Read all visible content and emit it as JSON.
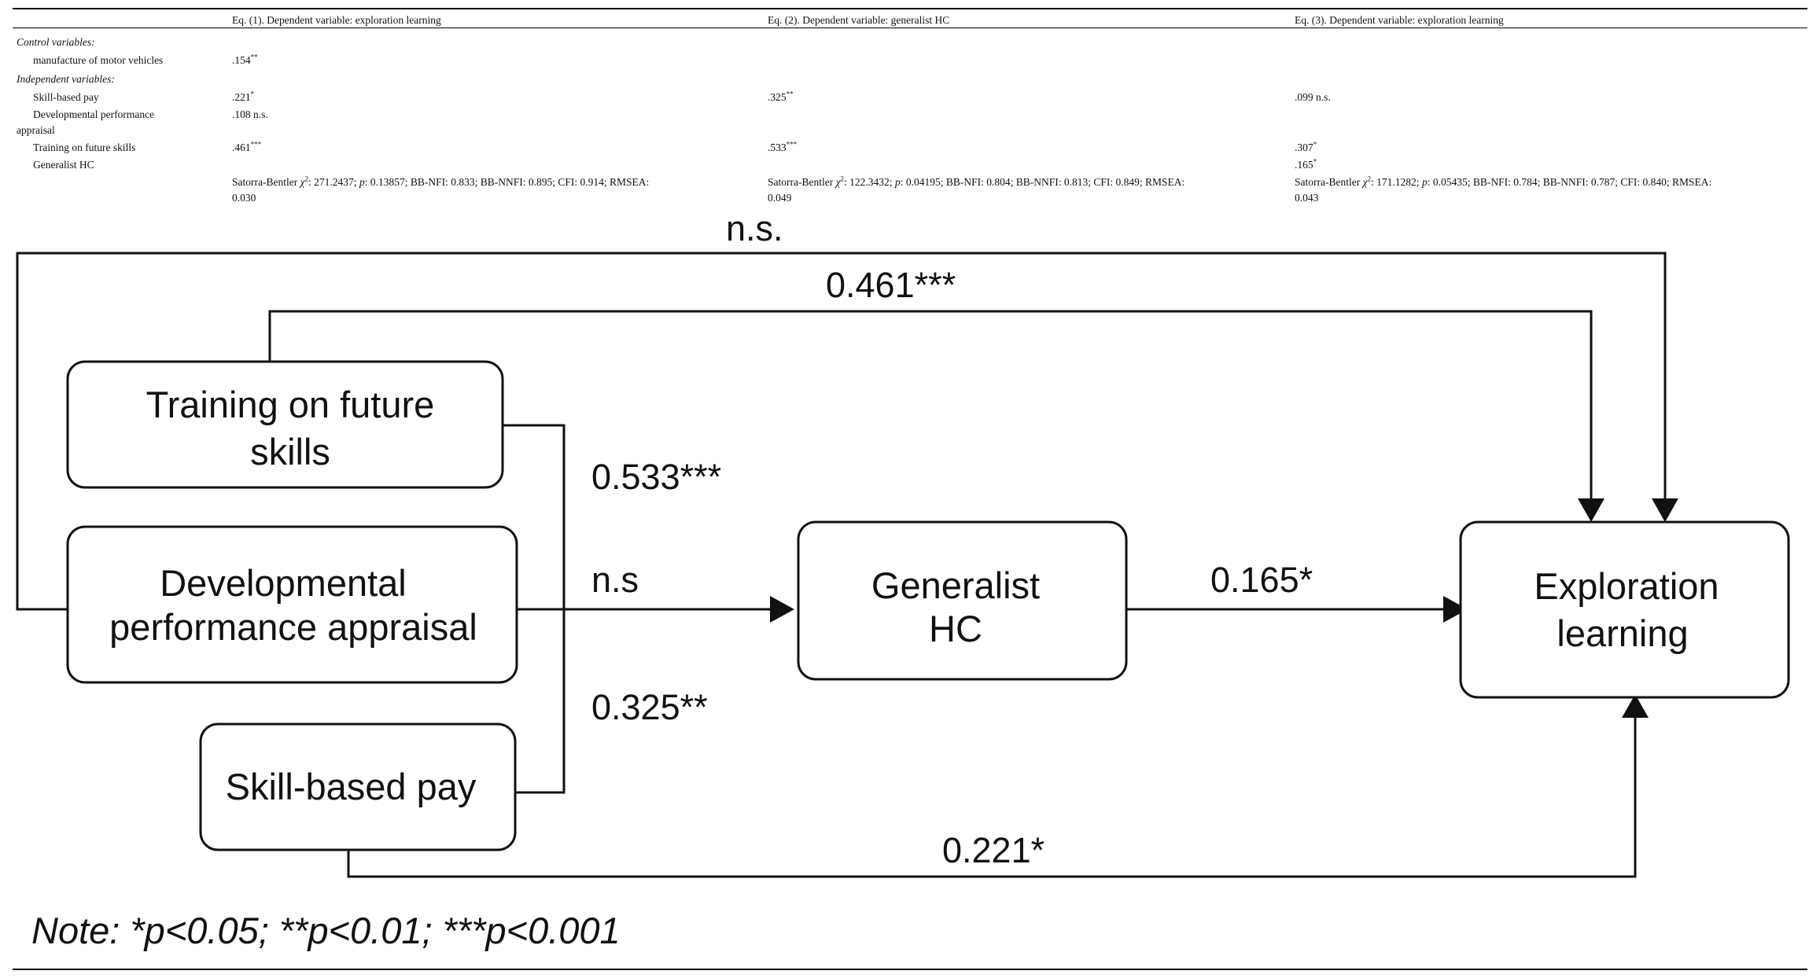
{
  "table": {
    "headers": [
      "Eq. (1). Dependent variable: exploration learning",
      "Eq. (2). Dependent variable: generalist HC",
      "Eq. (3). Dependent variable: exploration learning"
    ],
    "control_heading": "Control variables:",
    "independent_heading": "Independent variables:",
    "rows": [
      {
        "label": "manufacture of motor vehicles",
        "eq1": ".154",
        "eq1_sig": "**",
        "eq2": "",
        "eq2_sig": "",
        "eq3": "",
        "eq3_sig": ""
      },
      {
        "label": "Skill-based pay",
        "eq1": ".221",
        "eq1_sig": "*",
        "eq2": ".325",
        "eq2_sig": "**",
        "eq3": ".099 n.s.",
        "eq3_sig": ""
      },
      {
        "label_line1": "Developmental performance",
        "label_line2": "appraisal",
        "eq1": ".108 n.s.",
        "eq1_sig": "",
        "eq2": "",
        "eq2_sig": "",
        "eq3": "",
        "eq3_sig": ""
      },
      {
        "label": "Training on future skills",
        "eq1": ".461",
        "eq1_sig": "***",
        "eq2": ".533",
        "eq2_sig": "***",
        "eq3": ".307",
        "eq3_sig": "*"
      },
      {
        "label": "Generalist HC",
        "eq1": "",
        "eq1_sig": "",
        "eq2": "",
        "eq2_sig": "",
        "eq3": ".165",
        "eq3_sig": "*"
      }
    ],
    "fit": [
      {
        "prefix": "Satorra-Bentler ",
        "chi": "χ",
        "chi_sup": "2",
        "rest_a": ": 271.2437; ",
        "p": "p",
        "rest_b": ": 0.13857; BB-NFI: 0.833; BB-NNFI: 0.895; CFI: 0.914; RMSEA:",
        "line2": "0.030"
      },
      {
        "prefix": "Satorra-Bentler ",
        "chi": "χ",
        "chi_sup": "2",
        "rest_a": ": 122.3432; ",
        "p": "p",
        "rest_b": ": 0.04195; BB-NFI: 0.804; BB-NNFI: 0.813; CFI: 0.849; RMSEA:",
        "line2": "0.049"
      },
      {
        "prefix": "Satorra-Bentler ",
        "chi": "χ",
        "chi_sup": "2",
        "rest_a": ": 171.1282; ",
        "p": "p",
        "rest_b": ": 0.05435; BB-NFI: 0.784; BB-NNFI: 0.787; CFI: 0.840; RMSEA:",
        "line2": "0.043"
      }
    ]
  },
  "diagram": {
    "nodes": {
      "training_line1": "Training on future",
      "training_line2": "skills",
      "appraisal_line1": "Developmental",
      "appraisal_line2": "performance appraisal",
      "pay": "Skill-based pay",
      "generalist_line1": "Generalist",
      "generalist_line2": "HC",
      "exploration_line1": "Exploration",
      "exploration_line2": "learning"
    },
    "paths": {
      "appraisal_to_exploration": "n.s.",
      "training_to_exploration": "0.461***",
      "training_to_generalist": "0.533***",
      "appraisal_to_generalist": "n.s",
      "pay_to_generalist": "0.325**",
      "generalist_to_exploration": "0.165*",
      "pay_to_exploration": "0.221*"
    },
    "note": "Note: *p<0.05; **p<0.01; ***p<0.001"
  }
}
